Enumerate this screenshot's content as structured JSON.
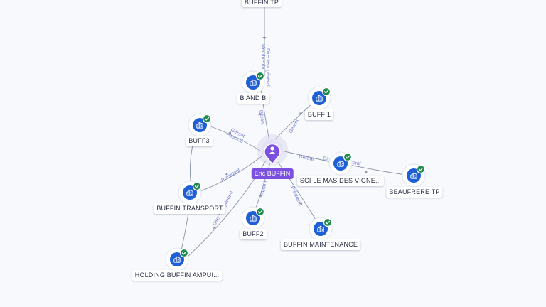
{
  "colors": {
    "company_icon": "#1e5fd6",
    "verified_badge": "#1f8a4c",
    "person_marker": "#7b4fe0",
    "edge": "#8a93a8",
    "edge_label": "#7a80d6"
  },
  "center": {
    "name": "Eric BUFFIN",
    "icon": "person-icon"
  },
  "nodes": {
    "buffin_tp": {
      "label": "BUFFIN TP"
    },
    "b_and_b": {
      "label": "B AND B"
    },
    "buff1": {
      "label": "BUFF 1"
    },
    "buff3": {
      "label": "BUFF3"
    },
    "sci_le_mas": {
      "label": "SCI LE MAS DES VIGNE..."
    },
    "beaufrere_tp": {
      "label": "BEAUFRERE TP"
    },
    "buffin_transport": {
      "label": "BUFFIN TRANSPORT"
    },
    "buff2": {
      "label": "BUFF2"
    },
    "buffin_maintenance": {
      "label": "BUFFIN MAINTENANCE"
    },
    "holding": {
      "label": "HOLDING BUFFIN AMPUI..."
    }
  },
  "edge_labels": {
    "center_bandb": "Gérant",
    "bandb_tp_1": "Directeur général",
    "bandb_tp_2": "Membre du...",
    "center_buff1": "Gérant",
    "center_buff3_1": "Gérant",
    "center_buff3_2": "Associé",
    "center_sci": "Gérant",
    "sci_beaufrere": "Directeur général",
    "center_transport": "Président",
    "center_holding": "Directeur général",
    "center_buff2": "Gérant",
    "center_maintenance": "Président"
  }
}
